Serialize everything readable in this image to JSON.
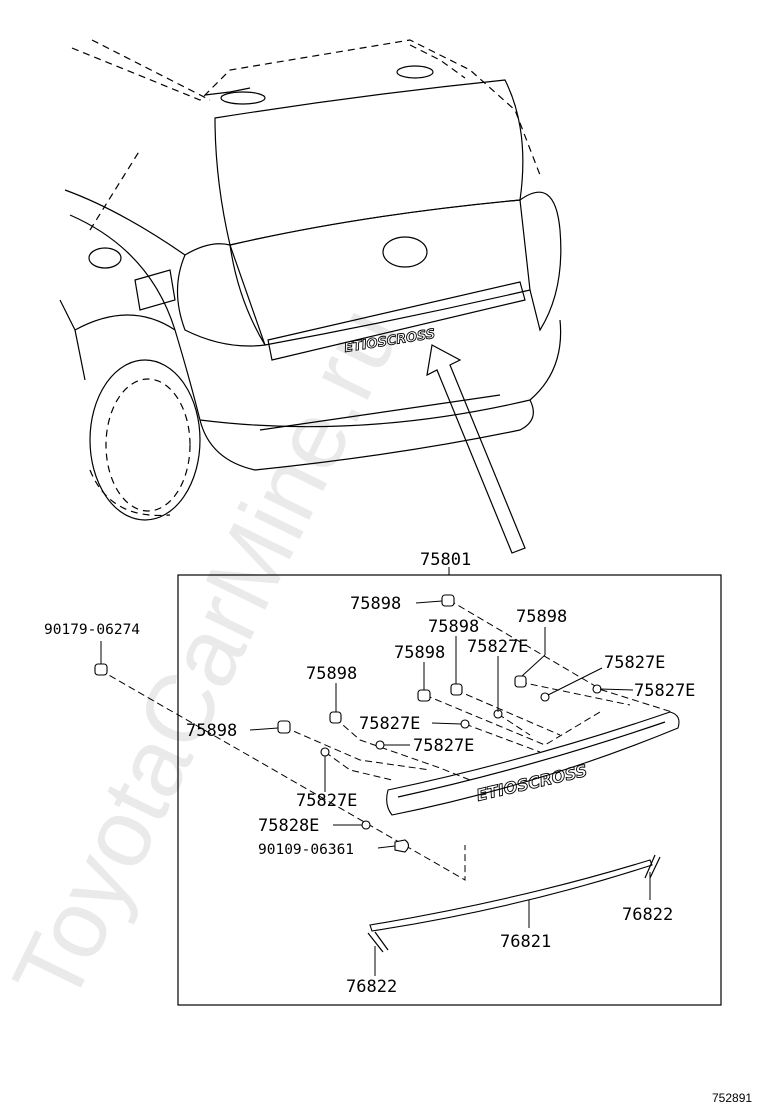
{
  "watermark": "ToyotaCarMine.ru",
  "emblem_text": "ETIOSCROSS",
  "illustration_ref": "752891",
  "callouts": {
    "assembly": "75801",
    "clip_a": "75898",
    "clip_b": "75898",
    "clip_c": "75898",
    "clip_d": "75898",
    "clip_e": "75898",
    "clip_f": "75898",
    "nut_a": "75827E",
    "nut_b": "75827E",
    "nut_c": "75827E",
    "nut_d": "75827E",
    "nut_e": "75827E",
    "nut_f": "75827E",
    "washer": "75828E",
    "screw": "90109-06361",
    "outside_clip": "90179-06274",
    "moulding": "76821",
    "end_left": "76822",
    "end_right": "76822"
  }
}
